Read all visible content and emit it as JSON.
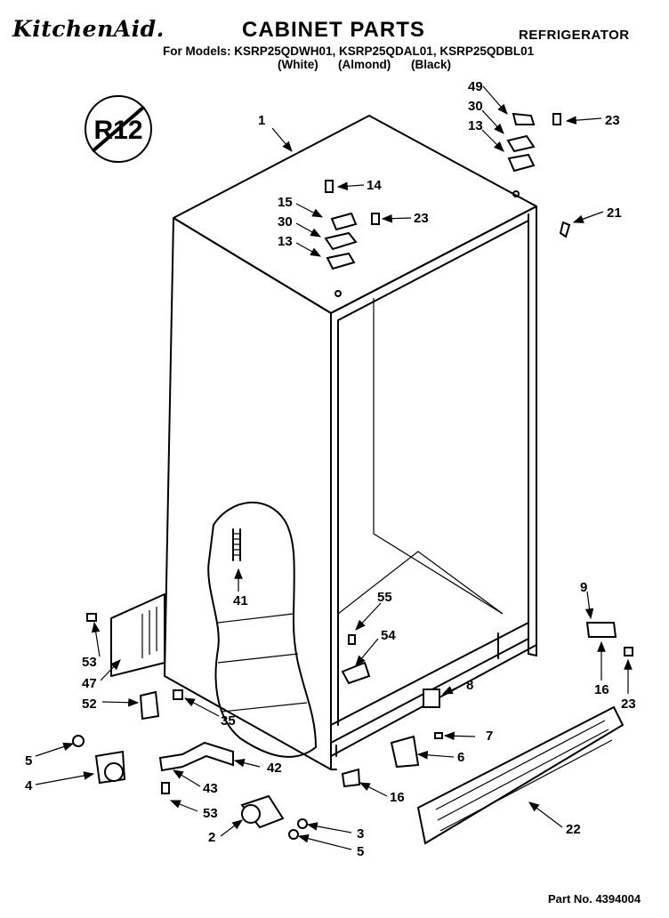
{
  "header": {
    "brand": "KitchenAid.",
    "title": "CABINET PARTS",
    "category": "REFRIGERATOR",
    "models_line": "For Models: KSRP25QDWH01, KSRP25QDAL01, KSRP25QDBL01",
    "colors": [
      "(White)",
      "(Almond)",
      "(Black)"
    ]
  },
  "badge": {
    "text": "R12"
  },
  "footer": {
    "part_number": "Part No. 4394004"
  },
  "callouts": [
    "1",
    "49",
    "30",
    "13",
    "23",
    "14",
    "15",
    "30",
    "23",
    "13",
    "21",
    "41",
    "9",
    "55",
    "54",
    "53",
    "47",
    "8",
    "52",
    "35",
    "16",
    "23",
    "7",
    "5",
    "6",
    "4",
    "42",
    "43",
    "16",
    "53",
    "22",
    "2",
    "3",
    "5"
  ]
}
